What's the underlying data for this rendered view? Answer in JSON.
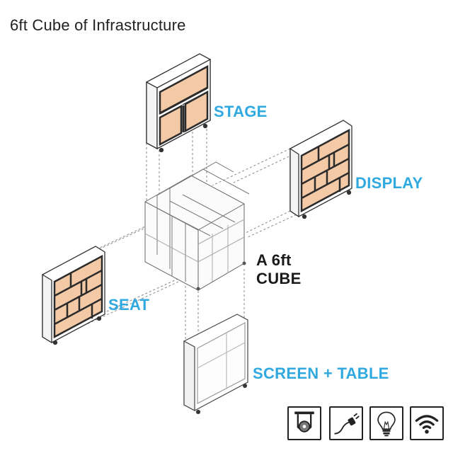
{
  "title": "6ft Cube of Infrastructure",
  "labels": {
    "stage": "STAGE",
    "display": "DISPLAY",
    "seat": "SEAT",
    "cube_line1": "A 6ft",
    "cube_line2": "CUBE",
    "screen_table": "SCREEN + TABLE"
  },
  "colors": {
    "label_blue": "#2fa9e0",
    "panel_wood": "#f3c9a6",
    "frame_dark": "#333333",
    "guide_line": "#888888"
  },
  "icons": [
    "caster-wheel-icon",
    "power-cable-icon",
    "light-bulb-icon",
    "wifi-icon"
  ]
}
